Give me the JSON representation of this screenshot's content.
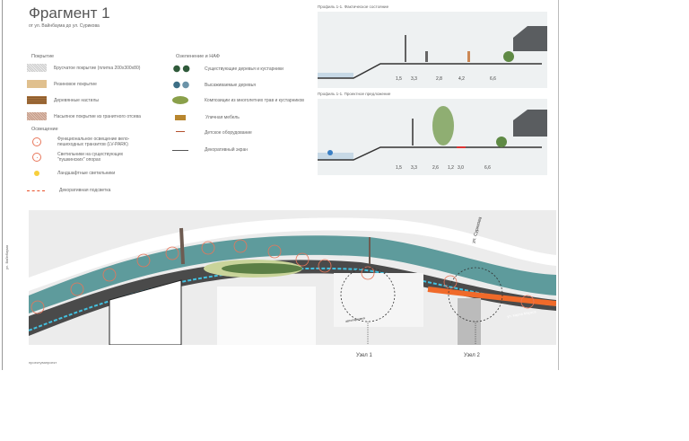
{
  "title": "Фрагмент 1",
  "subtitle": "от ул. Вайнбаума до ул. Сурикова",
  "legend": {
    "surface_heading": "Покрытие",
    "surface": [
      {
        "label": "Брусчатое покрытие (плитка 200х300х80)",
        "color": "#d8d8dc"
      },
      {
        "label": "Резиновое покрытие",
        "color": "#e0c08e"
      },
      {
        "label": "Деревянные настилы",
        "color": "#a8733e"
      },
      {
        "label": "Насыпное покрытие из гранитного отсева",
        "color": "#c49a86"
      }
    ],
    "lighting_heading": "Освещение",
    "lighting": [
      {
        "label": "Функциональное освещение вело-пешеходных транзитов (LV-PARK)"
      },
      {
        "label": "Светильники на существующих \"пушкинских\" опорах"
      },
      {
        "label": "Ландшафтные светильники",
        "color": "#f7cf3c"
      },
      {
        "label": "Декоративная подсветка",
        "color": "#e8512a"
      }
    ],
    "green_heading": "Озеленение и НАФ",
    "green": [
      {
        "label": "Существующие деревья и кустарники",
        "icon": "existing-trees-icon"
      },
      {
        "label": "Высаживаемые деревья",
        "icon": "planted-trees-icon"
      },
      {
        "label": "Композиции из многолетних трав и кустарников",
        "icon": "perennials-icon"
      },
      {
        "label": "Уличная мебель",
        "icon": "street-furniture-icon"
      },
      {
        "label": "Детское оборудование",
        "icon": "playground-icon"
      },
      {
        "label": "Декоративный экран",
        "icon": "screen-line-icon"
      }
    ]
  },
  "profiles": [
    {
      "label": "Профиль 1-1. Фактическое состояние",
      "dims": [
        "1,5",
        "3,3",
        "2,8",
        "4,2",
        "6,6"
      ]
    },
    {
      "label": "Профиль 1-1. Проектное предложение",
      "dims": [
        "1,5",
        "3,3",
        "2,6",
        "1,2",
        "3,0",
        "6,6"
      ]
    }
  ],
  "map": {
    "street_left": "ул. Вайнбаума",
    "street_right": "ул. Сурикова",
    "street_bottom": "ул. Карла Маркса",
    "parking": "автопарковка",
    "section_mark": "1",
    "nodes": [
      "Узел 1",
      "Узел 2"
    ]
  },
  "footer": "проектувапроект"
}
